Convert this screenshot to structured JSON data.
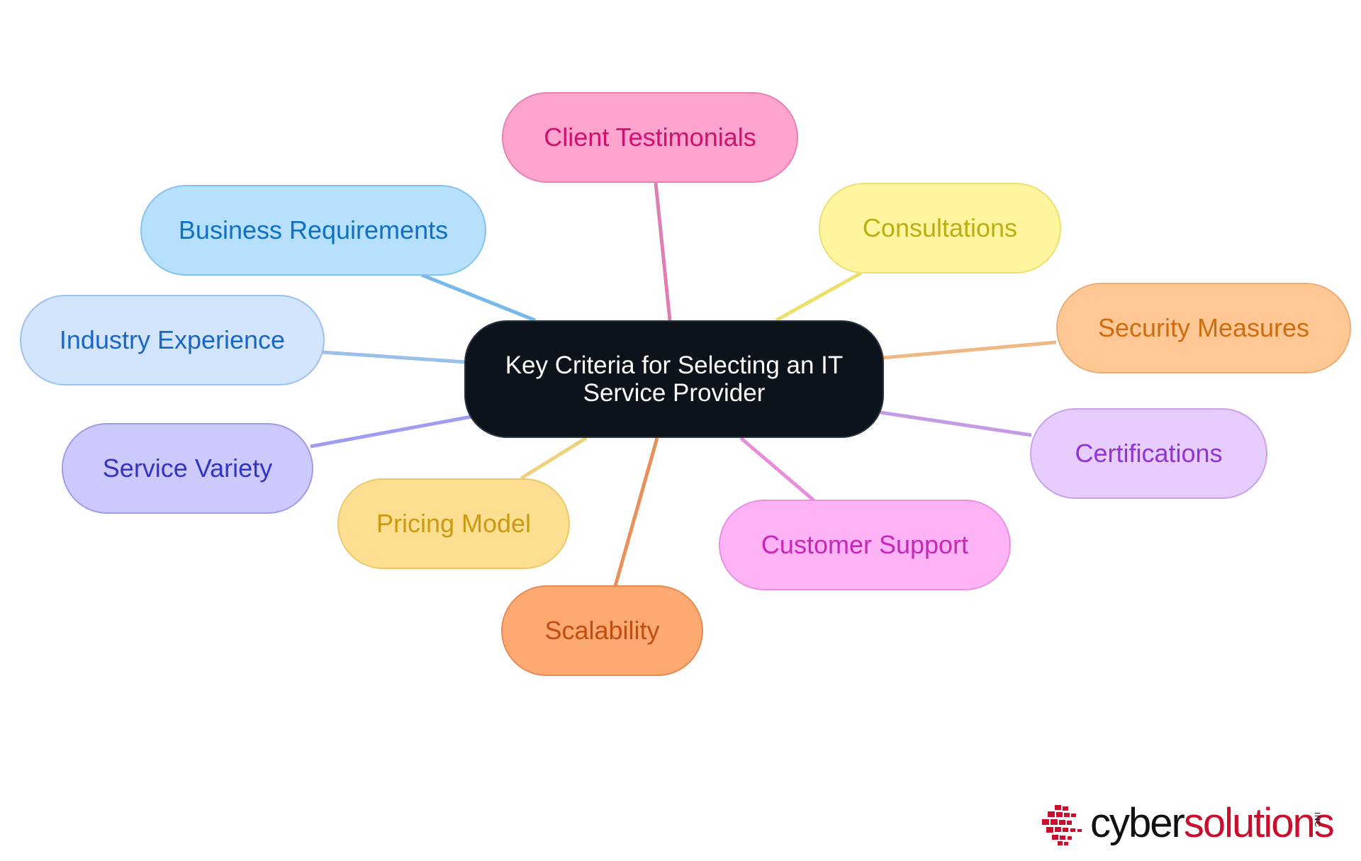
{
  "diagram": {
    "center": {
      "line1": "Key Criteria for Selecting an IT",
      "line2": "Service Provider"
    },
    "branches": [
      {
        "id": "client-testimonials",
        "label": "Client Testimonials",
        "fill": "#ffa3cf",
        "border": "#e880b4",
        "text": "#d0106e",
        "line": "#e07db3"
      },
      {
        "id": "business-requirements",
        "label": "Business Requirements",
        "fill": "#b6e0fd",
        "border": "#85c3ef",
        "text": "#1071c0",
        "line": "#78b9ec"
      },
      {
        "id": "consultations",
        "label": "Consultations",
        "fill": "#fff59e",
        "border": "#eee070",
        "text": "#bcae10",
        "line": "#ede06a"
      },
      {
        "id": "industry-experience",
        "label": "Industry Experience",
        "fill": "#d2e5fd",
        "border": "#9bc2ef",
        "text": "#1a66c7",
        "line": "#9ac0ea"
      },
      {
        "id": "security-measures",
        "label": "Security Measures",
        "fill": "#fec794",
        "border": "#ecad72",
        "text": "#cc6e10",
        "line": "#efb783"
      },
      {
        "id": "service-variety",
        "label": "Service Variety",
        "fill": "#cccafd",
        "border": "#9f9bec",
        "text": "#3434c2",
        "line": "#9e9df2"
      },
      {
        "id": "certifications",
        "label": "Certifications",
        "fill": "#e6cdfd",
        "border": "#caa0ef",
        "text": "#9133d6",
        "line": "#c59be6"
      },
      {
        "id": "pricing-model",
        "label": "Pricing Model",
        "fill": "#fede90",
        "border": "#ecc86a",
        "text": "#c99b12",
        "line": "#efd07c"
      },
      {
        "id": "customer-support",
        "label": "Customer Support",
        "fill": "#feb3f6",
        "border": "#ec8fe1",
        "text": "#c727b8",
        "line": "#e88cdc"
      },
      {
        "id": "scalability",
        "label": "Scalability",
        "fill": "#fea872",
        "border": "#e58a52",
        "text": "#c24d10",
        "line": "#e88f5a"
      }
    ]
  },
  "logo": {
    "word_a": "cyber",
    "word_b": "solutions",
    "suffix": "INC",
    "brand_color": "#c8102e"
  }
}
